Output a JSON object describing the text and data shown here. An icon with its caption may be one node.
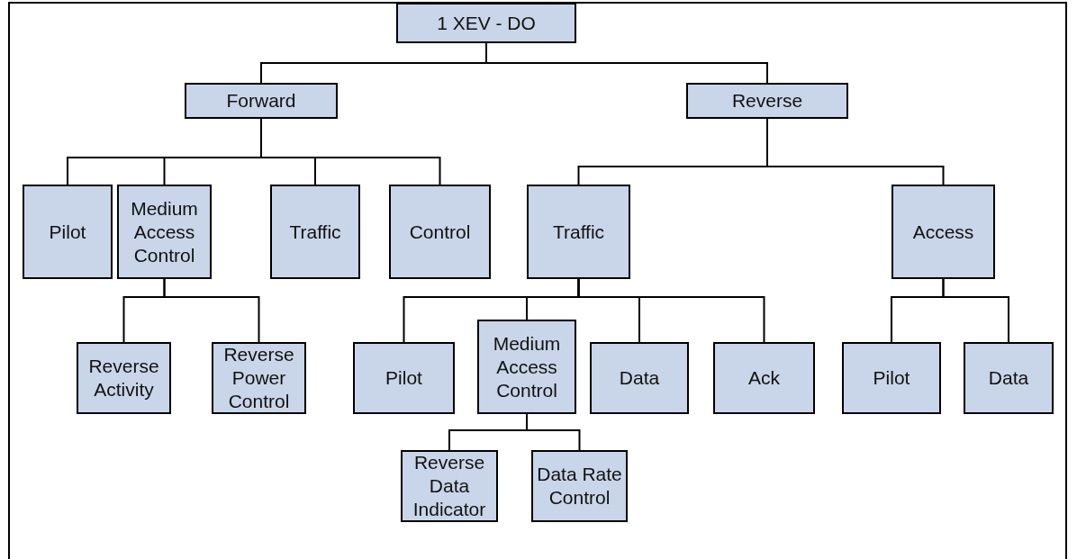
{
  "diagram": {
    "nodes": [
      {
        "text": [
          "1 XEV - DO"
        ]
      },
      {
        "text": [
          "Forward"
        ]
      },
      {
        "text": [
          "Reverse"
        ]
      },
      {
        "text": [
          "Pilot"
        ]
      },
      {
        "text": [
          "Medium Access Control"
        ]
      },
      {
        "text": [
          "Traffic"
        ]
      },
      {
        "text": [
          "Control"
        ]
      },
      {
        "text": [
          "Traffic"
        ]
      },
      {
        "text": [
          "Access"
        ]
      },
      {
        "text": [
          "Reverse Activity"
        ]
      },
      {
        "text": [
          "Reverse Power Control"
        ]
      },
      {
        "text": [
          "Pilot"
        ]
      },
      {
        "text": [
          "Medium Access Control"
        ]
      },
      {
        "text": [
          "Data"
        ]
      },
      {
        "text": [
          "Ack"
        ]
      },
      {
        "text": [
          "Pilot"
        ]
      },
      {
        "text": [
          "Data"
        ]
      },
      {
        "text": [
          "Reverse Data Indicator"
        ]
      },
      {
        "text": [
          "Data Rate Control"
        ]
      }
    ],
    "edges": [
      {
        "from": 0,
        "to": 1,
        "arrow": "none"
      },
      {
        "from": 0,
        "to": 2,
        "arrow": "none"
      },
      {
        "from": 1,
        "to": 3,
        "arrow": "none"
      },
      {
        "from": 1,
        "to": 4,
        "arrow": "none"
      },
      {
        "from": 1,
        "to": 5,
        "arrow": "none"
      },
      {
        "from": 1,
        "to": 6,
        "arrow": "none"
      },
      {
        "from": 2,
        "to": 7,
        "arrow": "none"
      },
      {
        "from": 2,
        "to": 8,
        "arrow": "none"
      },
      {
        "from": 4,
        "to": 9,
        "arrow": "none"
      },
      {
        "from": 4,
        "to": 10,
        "arrow": "none"
      },
      {
        "from": 7,
        "to": 11,
        "arrow": "none"
      },
      {
        "from": 7,
        "to": 12,
        "arrow": "none"
      },
      {
        "from": 7,
        "to": 13,
        "arrow": "none"
      },
      {
        "from": 7,
        "to": 14,
        "arrow": "none"
      },
      {
        "from": 8,
        "to": 15,
        "arrow": "none"
      },
      {
        "from": 8,
        "to": 16,
        "arrow": "none"
      },
      {
        "from": 12,
        "to": 17,
        "arrow": "none"
      },
      {
        "from": 12,
        "to": 18,
        "arrow": "none"
      }
    ]
  }
}
